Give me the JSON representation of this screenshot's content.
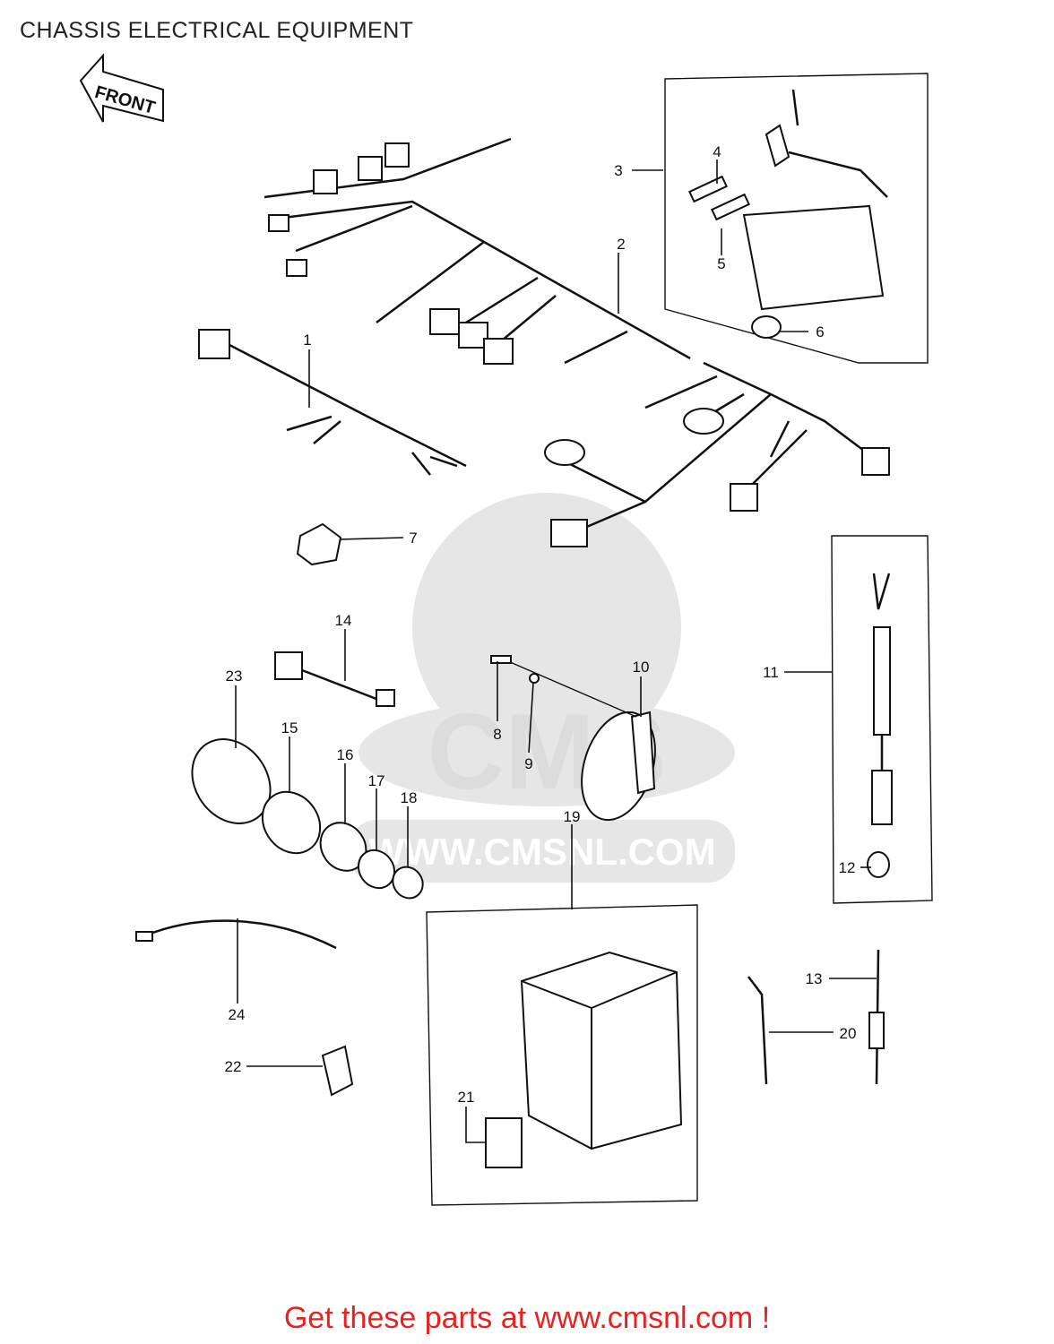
{
  "page": {
    "title": "CHASSIS ELECTRICAL EQUIPMENT",
    "footer": "Get these parts at www.cmsnl.com !",
    "footer_color": "#e8231f"
  },
  "diagram": {
    "front_arrow_label": "FRONT",
    "watermark_logo": "CMS",
    "watermark_url": "WWW.CMSNL.COM",
    "callouts": [
      "1",
      "2",
      "3",
      "4",
      "5",
      "6",
      "7",
      "8",
      "9",
      "10",
      "11",
      "12",
      "13",
      "14",
      "15",
      "16",
      "17",
      "18",
      "19",
      "20",
      "21",
      "22",
      "23",
      "24"
    ]
  }
}
